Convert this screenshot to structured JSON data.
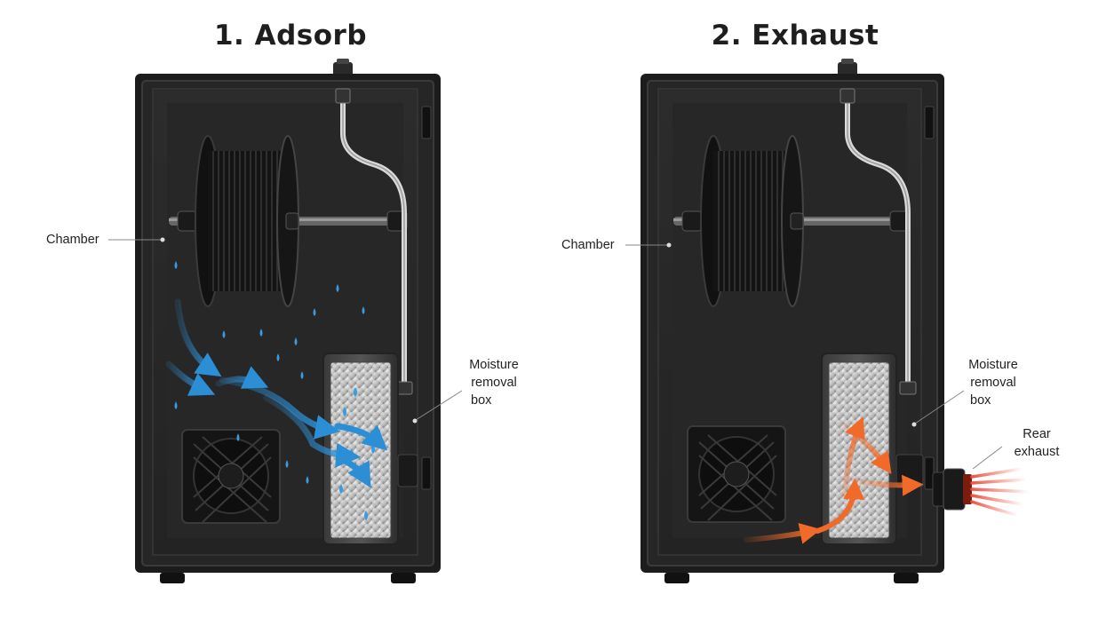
{
  "panels": [
    {
      "title": "1. Adsorb",
      "labels": {
        "chamber": "Chamber",
        "moisture_box": [
          "Moisture",
          "removal",
          "box"
        ]
      },
      "flow": "moisture",
      "flow_color": "#2c8fd6"
    },
    {
      "title": "2. Exhaust",
      "labels": {
        "chamber": "Chamber",
        "moisture_box": [
          "Moisture",
          "removal",
          "box"
        ],
        "rear_exhaust": [
          "Rear",
          "exhaust"
        ]
      },
      "flow": "heat",
      "flow_color": "#f06a2a"
    }
  ],
  "icons": [
    "filament-spool-icon",
    "fan-icon",
    "desiccant-box-icon",
    "water-droplet-icon",
    "airflow-arrow-icon",
    "exhaust-port-icon",
    "ptfe-tube-icon"
  ],
  "colors": {
    "enclosure": "#1c1c1c",
    "interior": "#2a2a2a",
    "moisture": "#2c8fd6",
    "heat": "#f06a2a"
  }
}
